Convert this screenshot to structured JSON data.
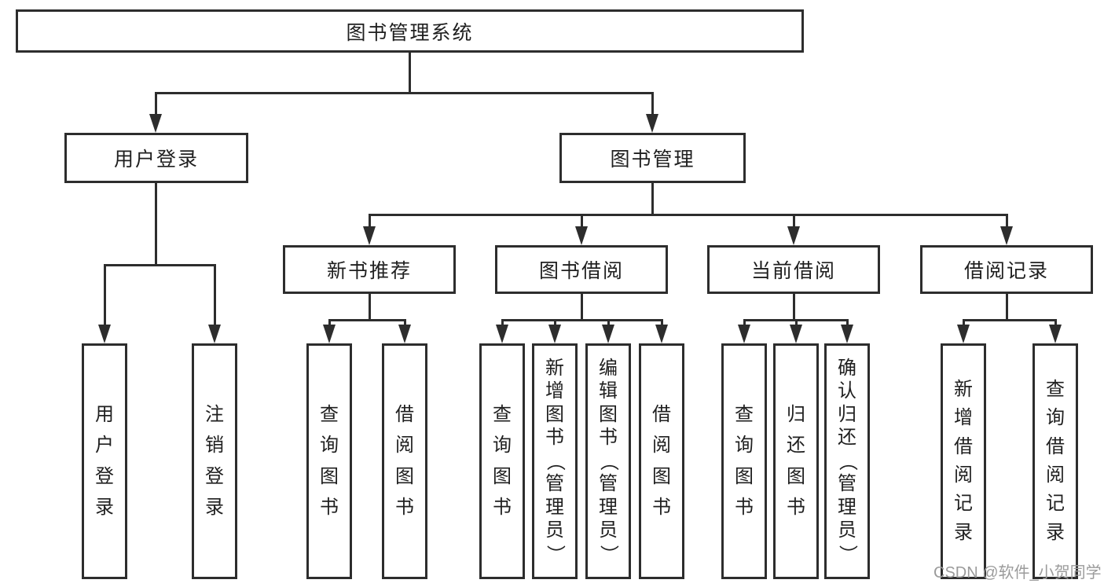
{
  "diagram": {
    "root": {
      "label": "图书管理系统"
    },
    "level2": [
      {
        "id": "user-login",
        "label": "用户登录"
      },
      {
        "id": "book-management",
        "label": "图书管理"
      }
    ],
    "level3": [
      {
        "id": "new-book-recommend",
        "label": "新书推荐"
      },
      {
        "id": "book-borrowing",
        "label": "图书借阅"
      },
      {
        "id": "current-borrowing",
        "label": "当前借阅"
      },
      {
        "id": "borrowing-records",
        "label": "借阅记录"
      }
    ],
    "leaves": [
      {
        "id": "user-login-leaf",
        "label": "用户登录"
      },
      {
        "id": "logout",
        "label": "注销登录"
      },
      {
        "id": "query-books-recommend",
        "label": "查询图书"
      },
      {
        "id": "borrow-books-recommend",
        "label": "借阅图书"
      },
      {
        "id": "query-books-borrowing",
        "label": "查询图书"
      },
      {
        "id": "add-books-admin",
        "label": "新增图书（管理员）"
      },
      {
        "id": "edit-books-admin",
        "label": "编辑图书（管理员）"
      },
      {
        "id": "borrow-books-borrowing",
        "label": "借阅图书"
      },
      {
        "id": "query-books-current",
        "label": "查询图书"
      },
      {
        "id": "return-books",
        "label": "归还图书"
      },
      {
        "id": "confirm-return-admin",
        "label": "确认归还（管理员）"
      },
      {
        "id": "add-borrow-record",
        "label": "新增借阅记录"
      },
      {
        "id": "query-borrow-record",
        "label": "查询借阅记录"
      }
    ]
  },
  "watermark": {
    "text": "CSDN @软件_小贺同学"
  },
  "colors": {
    "line": "#2d2d2d",
    "text": "#1f1f1f",
    "background": "#ffffff",
    "watermark": "#9b9b9b"
  }
}
